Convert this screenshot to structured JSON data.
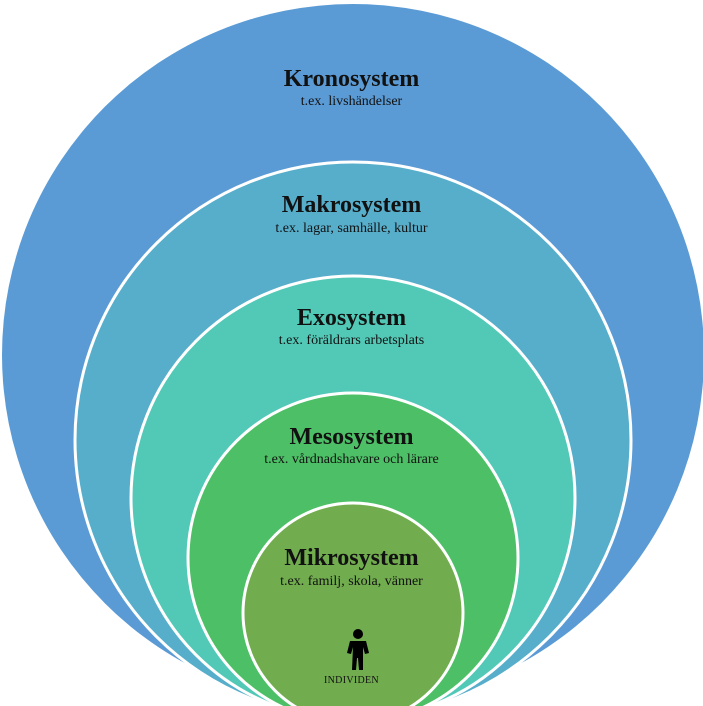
{
  "levels": [
    {
      "key": "kronosystem",
      "title": "Kronosystem",
      "subtitle": "t.ex. livshändelser",
      "color": "#5b9bd5"
    },
    {
      "key": "makrosystem",
      "title": "Makrosystem",
      "subtitle": "t.ex. lagar, samhälle, kultur",
      "color": "#56aecb"
    },
    {
      "key": "exosystem",
      "title": "Exosystem",
      "subtitle": "t.ex. föräldrars arbetsplats",
      "color": "#52c9b7"
    },
    {
      "key": "mesosystem",
      "title": "Mesosystem",
      "subtitle": "t.ex. vårdnadshavare och lärare",
      "color": "#4dbf66"
    },
    {
      "key": "mikrosystem",
      "title": "Mikrosystem",
      "subtitle": "t.ex. familj, skola, vänner",
      "color": "#71ac4e"
    }
  ],
  "center": {
    "label": "INDIVIDEN",
    "icon": "person-icon"
  }
}
